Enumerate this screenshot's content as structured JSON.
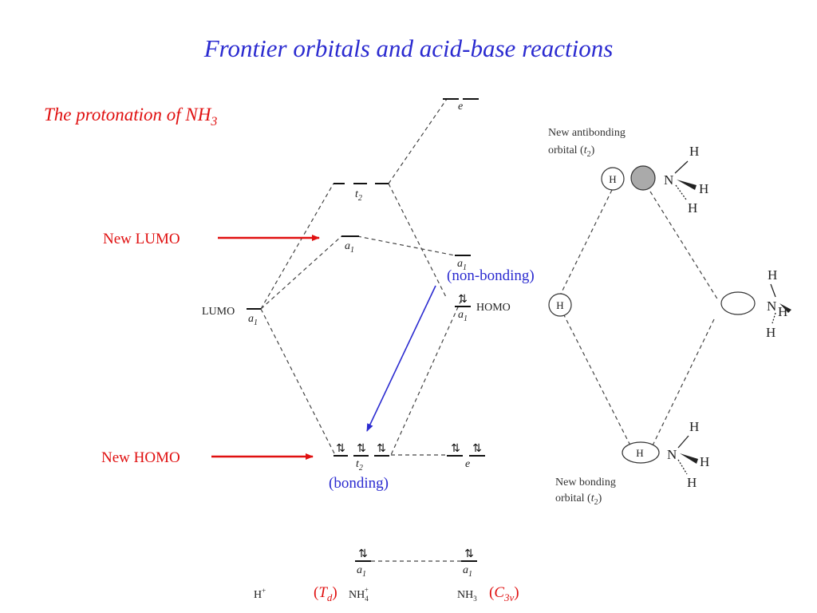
{
  "title": "Frontier orbitals and acid-base reactions",
  "subtitle": {
    "text": "The protonation of NH",
    "sub": "3"
  },
  "labels": {
    "new_lumo": "New LUMO",
    "new_homo": "New HOMO",
    "non_bonding": "(non-bonding)",
    "bonding": "(bonding)",
    "lumo": "LUMO",
    "homo": "HOMO"
  },
  "orbitals": {
    "e": "e",
    "t2": "t",
    "t2_sub": "2",
    "a1": "a",
    "a1_sub": "1",
    "spin_pair": "⇅"
  },
  "species": {
    "h_plus": "H",
    "h_plus_sup": "+",
    "nh4": "NH",
    "nh4_sub": "4",
    "nh4_sup": "+",
    "nh3": "NH",
    "nh3_sub": "3",
    "td": "T",
    "td_sub": "d",
    "c3v": "C",
    "c3v_sub": "3v"
  },
  "pictures": {
    "antibonding_caption_1": "New antibonding",
    "antibonding_caption_2": "orbital (",
    "bonding_caption_1": "New bonding",
    "bonding_caption_2": "orbital (",
    "caption_t": "t",
    "caption_sub": "2",
    "caption_close": ")",
    "h": "H",
    "n": "N"
  },
  "colors": {
    "title": "#2b2bd0",
    "red": "#e01010",
    "blue": "#2b2bd0"
  }
}
